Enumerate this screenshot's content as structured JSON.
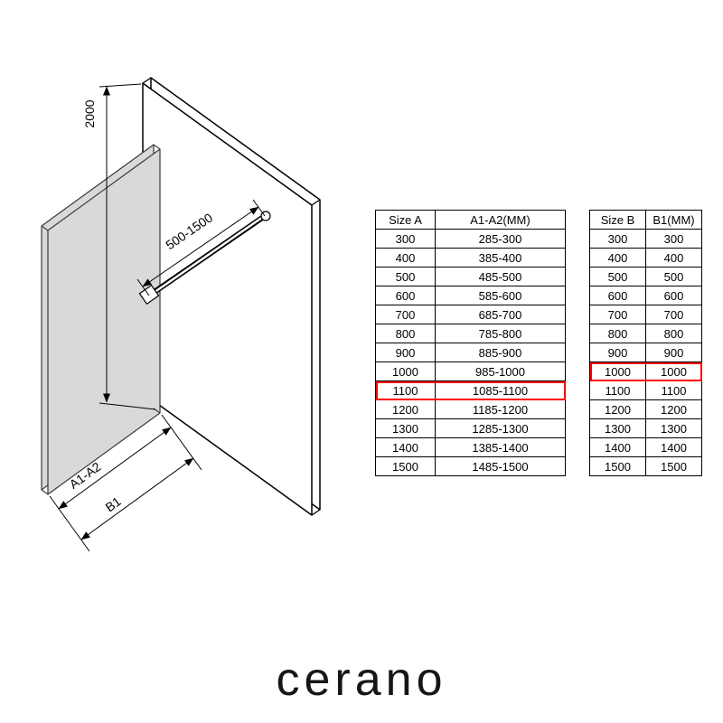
{
  "diagram": {
    "labels": {
      "height": "2000",
      "bar_range": "500-1500",
      "glass_width": "A1-A2",
      "total_width": "B1"
    }
  },
  "tables": [
    {
      "name": "size-a",
      "headers": [
        "Size A",
        "A1-A2(MM)"
      ],
      "rows": [
        [
          "300",
          "285-300"
        ],
        [
          "400",
          "385-400"
        ],
        [
          "500",
          "485-500"
        ],
        [
          "600",
          "585-600"
        ],
        [
          "700",
          "685-700"
        ],
        [
          "800",
          "785-800"
        ],
        [
          "900",
          "885-900"
        ],
        [
          "1000",
          "985-1000"
        ],
        [
          "1100",
          "1085-1100"
        ],
        [
          "1200",
          "1185-1200"
        ],
        [
          "1300",
          "1285-1300"
        ],
        [
          "1400",
          "1385-1400"
        ],
        [
          "1500",
          "1485-1500"
        ]
      ],
      "highlight_row": 8
    },
    {
      "name": "size-b",
      "headers": [
        "Size B",
        "B1(MM)"
      ],
      "rows": [
        [
          "300",
          "300"
        ],
        [
          "400",
          "400"
        ],
        [
          "500",
          "500"
        ],
        [
          "600",
          "600"
        ],
        [
          "700",
          "700"
        ],
        [
          "800",
          "800"
        ],
        [
          "900",
          "900"
        ],
        [
          "1000",
          "1000"
        ],
        [
          "1100",
          "1100"
        ],
        [
          "1200",
          "1200"
        ],
        [
          "1300",
          "1300"
        ],
        [
          "1400",
          "1400"
        ],
        [
          "1500",
          "1500"
        ]
      ],
      "highlight_row": 7
    }
  ],
  "logo": {
    "text": "cerano"
  },
  "colors": {
    "highlight_border": "#ff0000",
    "glass_fill": "#d9d9d9"
  }
}
